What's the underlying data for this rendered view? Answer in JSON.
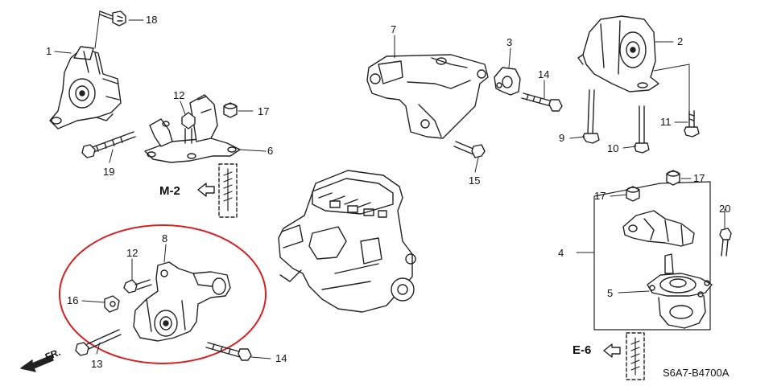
{
  "diagram": {
    "catalog_code": "S6A7-B4700A",
    "direction_label": "FR.",
    "references": {
      "m2": "M-2",
      "e6": "E-6"
    },
    "callouts": {
      "c1": "1",
      "c2": "2",
      "c3": "3",
      "c4": "4",
      "c5": "5",
      "c6": "6",
      "c7": "7",
      "c8": "8",
      "c9": "9",
      "c10": "10",
      "c11": "11",
      "c12a": "12",
      "c12b": "12",
      "c13": "13",
      "c14a": "14",
      "c14b": "14",
      "c15": "15",
      "c16": "16",
      "c17a": "17",
      "c17b": "17",
      "c17c": "17",
      "c18": "18",
      "c19": "19",
      "c20": "20"
    },
    "highlight_color": "#d42020",
    "line_color": "#222222"
  }
}
